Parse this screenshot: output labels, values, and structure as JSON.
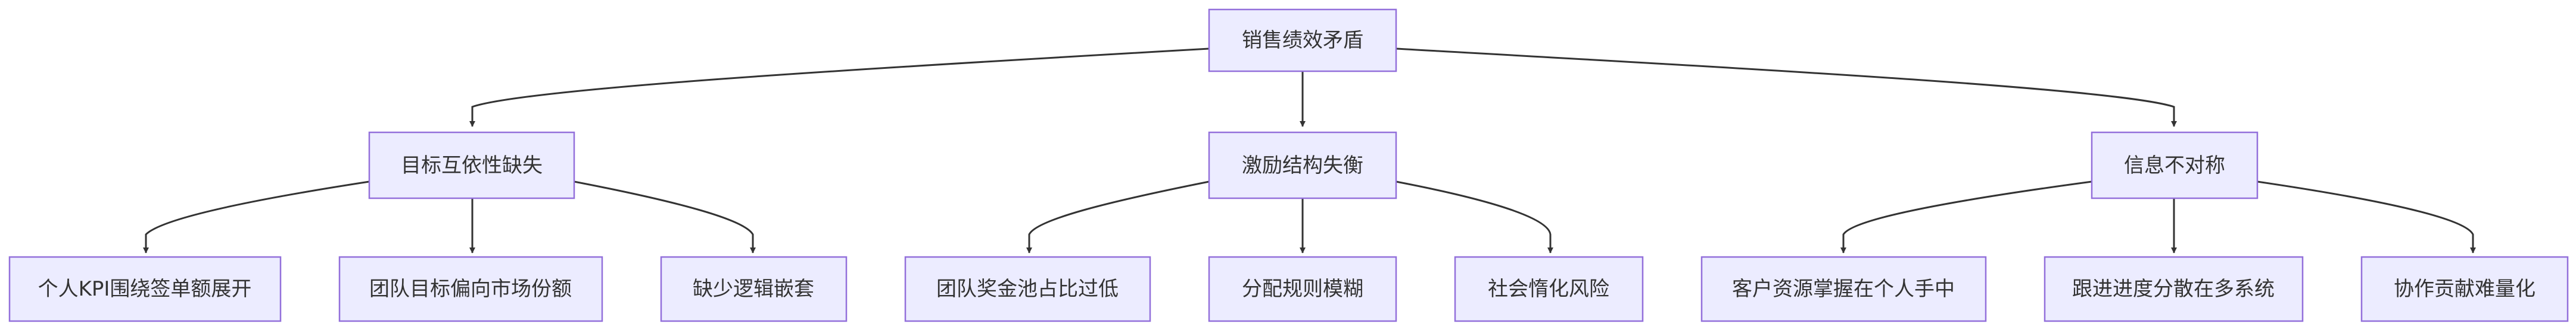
{
  "diagram": {
    "type": "tree",
    "colors": {
      "node_fill": "#ECECFF",
      "node_border": "#9370DB",
      "edge": "#333333",
      "text": "#333333"
    },
    "root": {
      "label": "销售绩效矛盾",
      "children": [
        {
          "label": "目标互依性缺失",
          "children": [
            {
              "label": "个人KPI围绕签单额展开"
            },
            {
              "label": "团队目标偏向市场份额"
            },
            {
              "label": "缺少逻辑嵌套"
            }
          ]
        },
        {
          "label": "激励结构失衡",
          "children": [
            {
              "label": "团队奖金池占比过低"
            },
            {
              "label": "分配规则模糊"
            },
            {
              "label": "社会惰化风险"
            }
          ]
        },
        {
          "label": "信息不对称",
          "children": [
            {
              "label": "客户资源掌握在个人手中"
            },
            {
              "label": "跟进进度分散在多系统"
            },
            {
              "label": "协作贡献难量化"
            }
          ]
        }
      ]
    }
  }
}
